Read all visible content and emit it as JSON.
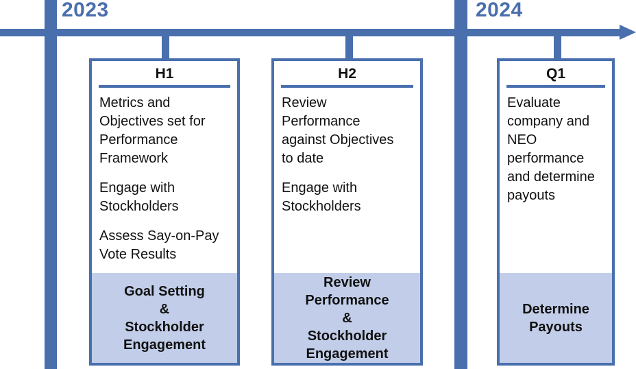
{
  "colors": {
    "accent_blue": "#4a6fad",
    "footer_light_blue": "#c2cee9",
    "body_text": "#111111"
  },
  "timeline": {
    "years": [
      {
        "label": "2023"
      },
      {
        "label": "2024"
      }
    ]
  },
  "cards": [
    {
      "period": "H1",
      "paragraphs": [
        "Metrics and Objectives set for Performance Framework",
        "Engage with Stockholders",
        "Assess Say-on-Pay Vote Results"
      ],
      "footer_lines": [
        "Goal Setting",
        "&",
        "Stockholder",
        "Engagement"
      ]
    },
    {
      "period": "H2",
      "paragraphs": [
        "Review Performance against Objectives to date",
        "Engage with Stockholders"
      ],
      "footer_lines": [
        "Review",
        "Performance",
        "&",
        "Stockholder",
        "Engagement"
      ]
    },
    {
      "period": "Q1",
      "paragraphs": [
        "Evaluate company and NEO performance and determine payouts"
      ],
      "footer_lines": [
        "Determine",
        "Payouts"
      ]
    }
  ]
}
